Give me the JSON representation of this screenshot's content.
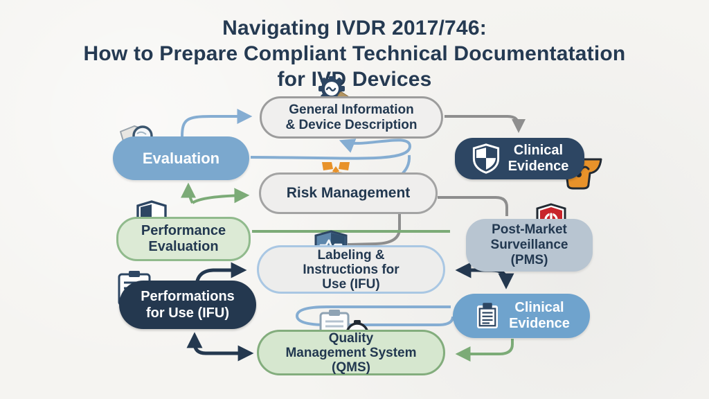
{
  "title": {
    "text": "Navigating IVDR 2017/746:\nHow to Prepare Compliant Technical Documentatation\nfor IVD Devices"
  },
  "nodes": {
    "evaluation": {
      "label": "Evaluation"
    },
    "general_info": {
      "label": "General Information\n& Device Description"
    },
    "clinical_evidence_top": {
      "label": "Clinical\nEvidence"
    },
    "risk_management": {
      "label": "Risk Management"
    },
    "performance_evaluation": {
      "label": "Performance\nEvaluation"
    },
    "post_market": {
      "label": "Post-Market\nSurveillance\n(PMS)"
    },
    "labeling_ifu": {
      "label": "Labeling &\nInstructions for\nUse (IFU)"
    },
    "performations_ifu": {
      "label": "Performations\nfor Use (IFU)"
    },
    "clinical_evidence_bottom": {
      "label": "Clinical\nEvidence"
    },
    "qms": {
      "label": "Quality\nManagement System\n(QMS)"
    }
  },
  "icons": [
    "gear-magnifier-icon",
    "document-magnifier-icon",
    "checkered-shield-icon",
    "open-box-icon",
    "orange-face-icon",
    "half-shield-icon",
    "alert-shield-icon",
    "pulse-shield-icon",
    "clipboard-person-icon",
    "clipboard-icon",
    "clipboard-stopwatch-icon"
  ],
  "colors": {
    "background": "#f5f4f1",
    "title_navy": "#253a52",
    "node_blue": "#7ba8ce",
    "node_navy": "#2d4663",
    "node_dark_navy": "#24384f",
    "node_gray_fill": "#efeeed",
    "node_green_fill": "#dcead5",
    "node_bluegray": "#b8c5d1",
    "arrow_blue": "#85add2",
    "arrow_green": "#7cab77",
    "arrow_gray": "#8e8e8e",
    "arrow_navy": "#24384f",
    "icon_orange": "#e8922a",
    "icon_red": "#c8242b"
  }
}
